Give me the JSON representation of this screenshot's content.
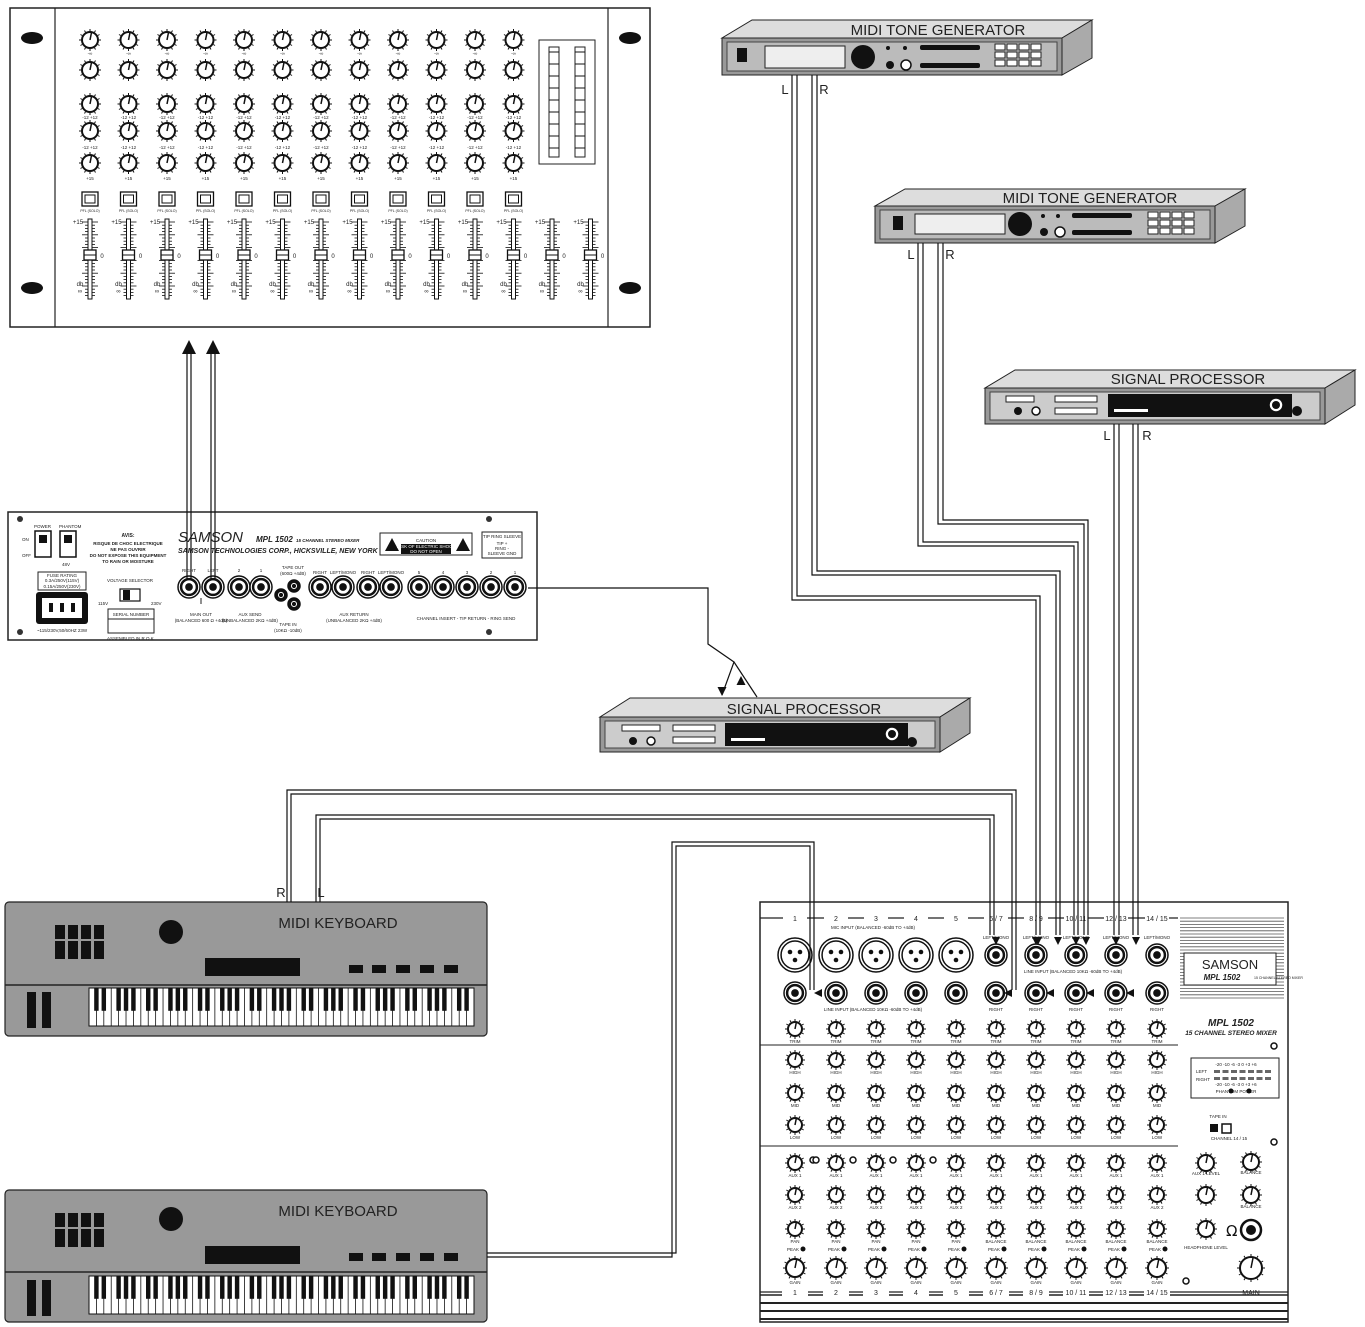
{
  "rack_mixer": {
    "knob_labels": {
      "top": "-∞",
      "level": "+12",
      "cut": "-12",
      "gain": "+15"
    },
    "pfl_label": "PFL (SOLO)",
    "fader_scale": [
      "+15",
      "0",
      "db",
      "∞"
    ]
  },
  "rear_panel": {
    "brand": "SAMSON",
    "model": "MPL 1502",
    "model_desc": "15 CHANNEL STEREO MIXER",
    "company": "SAMSON TECHNOLOGIES CORP., HICKSVILLE, NEW YORK",
    "power": "POWER",
    "phantom": "PHANTOM",
    "on": "ON",
    "off": "OFF",
    "v48": "48V",
    "avis_title": "AVIS:",
    "avis_1": "RISQUE DE CHOC ELECTRIQUE",
    "avis_2": "NE PAS OUVRIR",
    "avis_3": "DO NOT EXPOSE THIS EQUIPMENT",
    "avis_4": "TO RAIN OR MOISTURE",
    "fuse_rating": "FUSE RATING",
    "fuse_1": "0.3A/250V(115V)",
    "fuse_2": "0.15A/250V(230V)",
    "voltage_selector": "VOLTAGE SELECTOR",
    "v115": "115V",
    "v230": "230V",
    "serial": "SERIAL NUMBER",
    "assembled": "ASSEMBLED IN R.O.K.",
    "power_rating": "~115/230V,50/60HZ 23W",
    "right": "RIGHT",
    "left": "LEFT",
    "main_out": "MAIN OUT",
    "main_out_spec": "(BALANCED 600 Ω +4dB)",
    "aux_send": "AUX SEND",
    "aux_send_spec": "(UNBALANCED 2KΩ +4dB)",
    "tape_out": "TAPE OUT",
    "tape_out_spec": "(600Ω +4dB)",
    "tape_in": "TAPE IN",
    "tape_in_spec": "(10KΩ -10dB)",
    "left_mono": "LEFT/MONO",
    "aux_return": "AUX RETURN",
    "aux_return_spec": "(UNBALANCED 2KΩ +4dB)",
    "caution": "CAUTION",
    "caution_1": "RISK OF ELECTRIC SHOCK",
    "caution_2": "DO NOT OPEN",
    "trs_title": "TIP RING SLEEVE",
    "trs_1": "TIP      +",
    "trs_2": "RING     -",
    "trs_3": "SLEEVE GND",
    "channel_insert": "CHANNEL INSERT - TIP RETURN - RING SEND",
    "aux_nums": [
      "2",
      "1"
    ],
    "insert_nums": [
      "5",
      "4",
      "3",
      "2",
      "1"
    ]
  },
  "devices": {
    "midi_tone_generator_1": "MIDI TONE GENERATOR",
    "midi_tone_generator_2": "MIDI TONE GENERATOR",
    "signal_processor_1": "SIGNAL PROCESSOR",
    "signal_processor_2": "SIGNAL PROCESSOR",
    "midi_keyboard_1": "MIDI KEYBOARD",
    "midi_keyboard_2": "MIDI KEYBOARD"
  },
  "cable_labels": {
    "tg1_l": "L",
    "tg1_r": "R",
    "tg2_l": "L",
    "tg2_r": "R",
    "sp_l": "L",
    "sp_r": "R",
    "kb_r": "R",
    "kb_l": "L"
  },
  "front_mixer": {
    "channel_numbers": [
      "1",
      "2",
      "3",
      "4",
      "5",
      "6 / 7",
      "8 / 9",
      "10 / 11",
      "12 / 13",
      "14 / 15"
    ],
    "mic_input": "MIC INPUT (BALANCED -60dB TO +4dB)",
    "line_input": "LINE INPUT (BALANCED 10KΩ -60dB TO +4dB)",
    "line_input_stereo": "LINE INPUT (BALANCED 10KΩ -60dB TO +4dB)",
    "left_mono": "LEFT/MONO",
    "right": "RIGHT",
    "brand": "SAMSON",
    "model": "MPL 1502",
    "model_small": "15 CHANNEL STEREO MIXER",
    "title": "MPL 1502",
    "subtitle": "15 CHANNEL STEREO MIXER",
    "meter_left": "LEFT",
    "meter_right": "RIGHT",
    "meter_scale": "-20  -10  -6  -3  0  +3  +6",
    "phantom_power": "PHANTOM     POWER",
    "tape_in": "TAPE IN",
    "channel_1415": "CHANNEL 14 / 15",
    "balance": "BALANCE",
    "headphone": "HEADPHONE LEVEL",
    "aux_levels": "AUX 1 LEVEL",
    "main": "MAIN",
    "knob_labels": {
      "trim": "TRIM",
      "high": "HIGH",
      "mid": "MID",
      "low": "LOW",
      "aux1": "AUX 1",
      "aux2": "AUX 2",
      "pan": "PAN",
      "balance": "BALANCE",
      "gain": "GAIN",
      "peak": "PEAK"
    }
  }
}
